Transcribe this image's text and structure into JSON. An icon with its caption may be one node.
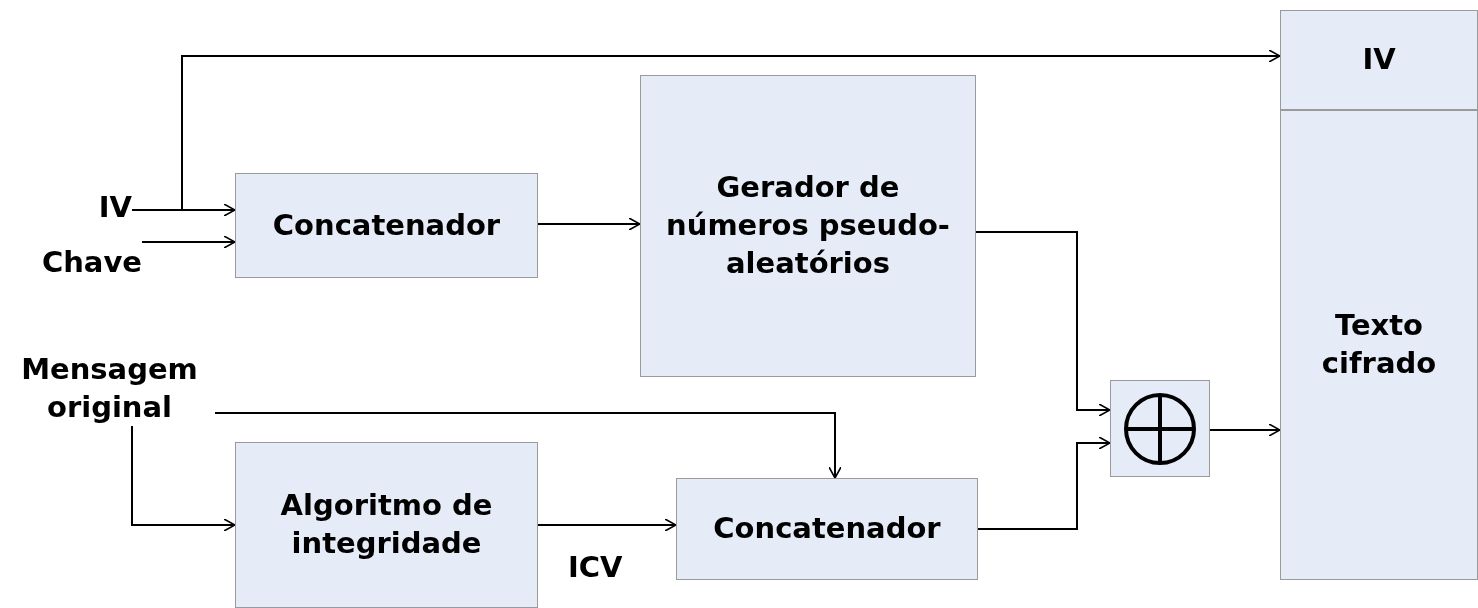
{
  "diagram": {
    "nodes": [
      {
        "text": [
          "IV"
        ]
      },
      {
        "text": [
          "Chave"
        ]
      },
      {
        "text": [
          "Concatenador"
        ]
      },
      {
        "text": [
          "Gerador de números pseudo-aleatórios"
        ]
      },
      {
        "text": [
          "Mensagem original"
        ]
      },
      {
        "text": [
          "Algoritmo de integridade"
        ]
      },
      {
        "text": [
          "Concatenador"
        ]
      },
      {
        "text": [],
        "shape": "box"
      },
      {
        "text": [
          "IV"
        ]
      },
      {
        "text": [
          "Texto cifrado"
        ]
      }
    ],
    "edges": [
      {
        "from": 0,
        "to": 2,
        "arrow": "to"
      },
      {
        "from": 0,
        "to": 8,
        "arrow": "to"
      },
      {
        "from": 1,
        "to": 2,
        "arrow": "to"
      },
      {
        "from": 2,
        "to": 3,
        "arrow": "to"
      },
      {
        "from": 3,
        "to": 7,
        "arrow": "to"
      },
      {
        "from": 4,
        "to": 6,
        "arrow": "to"
      },
      {
        "from": 4,
        "to": 5,
        "arrow": "to"
      },
      {
        "from": 5,
        "to": 6,
        "arrow": "to",
        "label": "ICV"
      },
      {
        "from": 6,
        "to": 7,
        "arrow": "to"
      },
      {
        "from": 7,
        "to": 9,
        "arrow": "to"
      }
    ]
  }
}
